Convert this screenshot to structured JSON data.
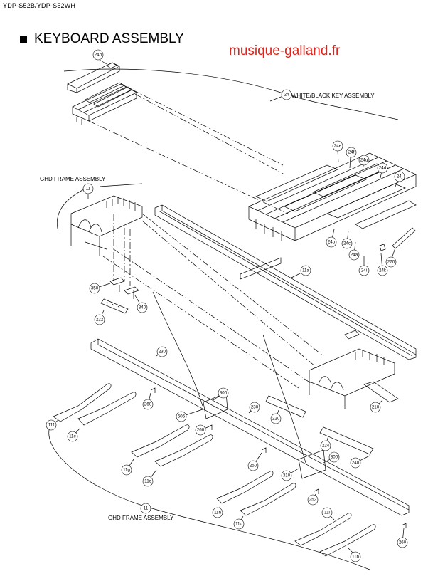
{
  "header": {
    "model": "YDP-S52B/YDP-S52WH"
  },
  "section": {
    "title": "KEYBOARD ASSEMBLY"
  },
  "watermark": {
    "text": "musique-galland.fr",
    "color": "#e0241b"
  },
  "assemblies": {
    "white_black_key": "WHITE/BLACK KEY ASSEMBLY",
    "ghd_frame_top": "GHD FRAME ASSEMBLY",
    "ghd_frame_bottom": "GHD FRAME ASSEMBLY"
  },
  "parts": {
    "p24h": "24h",
    "p24": "24",
    "p24e": "24e",
    "p24f": "24f",
    "p24g": "24g",
    "p24d": "24d",
    "p24j": "24j",
    "p24b": "24b",
    "p24c": "24c",
    "p24a": "24a",
    "p24i": "24i",
    "p24k": "24k",
    "p270": "270",
    "p11": "11",
    "p11a": "11a",
    "p350": "350",
    "p340": "340",
    "p222": "222",
    "p230": "230",
    "p260a": "260",
    "p300a": "300",
    "p505": "505",
    "p260b": "260",
    "p230b": "230",
    "p220": "220",
    "p210": "210",
    "p224": "224",
    "p300b": "300",
    "p250": "250",
    "p310": "310",
    "p240": "240",
    "p252": "252",
    "p260c": "260",
    "p11f": "11f",
    "p11e": "11e",
    "p11g": "11g",
    "p11c": "11c",
    "p11h": "11h",
    "p11d": "11d",
    "p11i": "11i",
    "p11b": "11b",
    "p11bot": "11"
  }
}
